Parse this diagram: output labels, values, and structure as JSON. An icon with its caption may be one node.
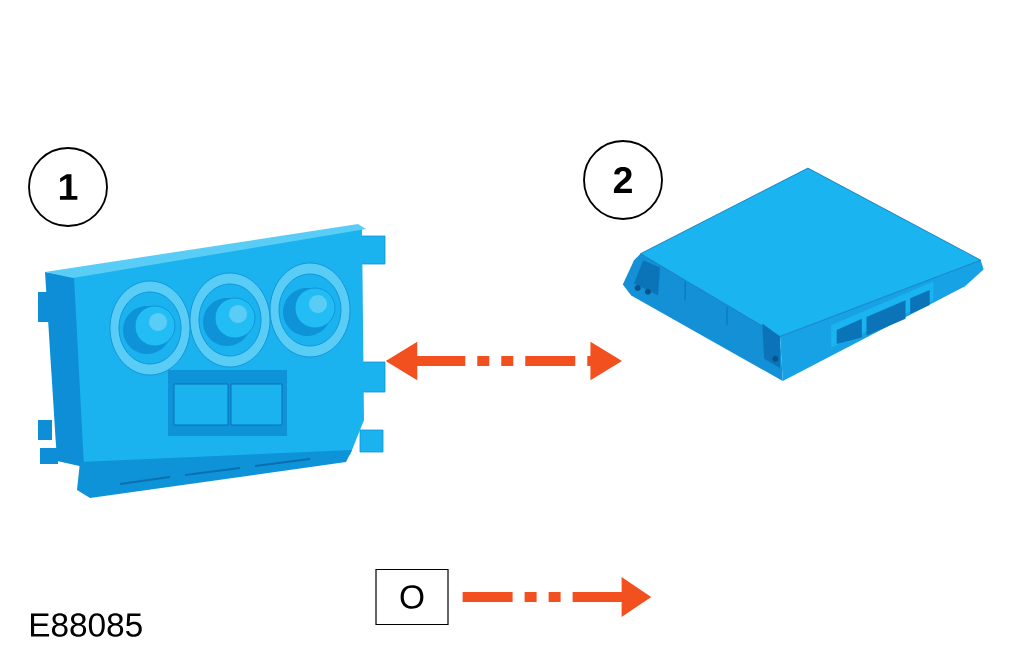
{
  "diagram": {
    "nodes": [
      {
        "text": [
          "1"
        ]
      },
      {
        "text": [
          "2"
        ]
      },
      {
        "text": [],
        "shape": "picture"
      },
      {
        "text": [],
        "shape": "picture"
      },
      {
        "text": [
          "O"
        ]
      }
    ],
    "edges": [
      {
        "from": 2,
        "to": 3,
        "arrow": "both",
        "style": "dashed"
      },
      {
        "from": 4,
        "to": null,
        "arrow": "to",
        "style": "dashed"
      }
    ],
    "labels": [
      "E88085"
    ]
  }
}
